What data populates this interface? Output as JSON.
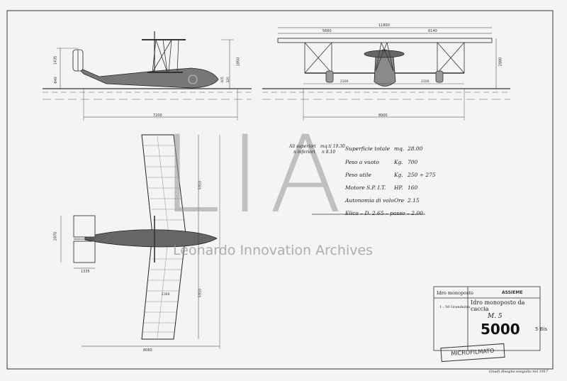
{
  "watermark": {
    "letters": "LIA",
    "text": "Leonardo Innovation Archives"
  },
  "dimensions": {
    "side_height_top": "1435",
    "side_height_bottom": "840",
    "side_right_height": "1850",
    "side_right_small_a": "405",
    "side_right_small_b": "320",
    "side_length": "7200",
    "front_span": "11800",
    "front_left_panel": "5660",
    "front_right_panel": "6140",
    "front_height": "2880",
    "front_float_left": "2100",
    "front_float_right": "2100",
    "front_track": "8900",
    "plan_tail_width": "2870",
    "plan_tail_length": "1335",
    "plan_half_span_top": "5910",
    "plan_half_span_bottom": "5910",
    "plan_length": "8060",
    "plan_chord": "1360"
  },
  "wing_areas": {
    "upper_label": "Ali superiori",
    "upper_value": "mq.ti 19.30",
    "lower_label": "n inferiori",
    "lower_value": "n 8.10"
  },
  "specs": [
    {
      "label": "Superficie totale",
      "unit": "mq.",
      "value": "28.00"
    },
    {
      "label": "Peso a vuoto",
      "unit": "Kg.",
      "value": "700"
    },
    {
      "label": "Peso utile",
      "unit": "Kg.",
      "value": "250 ÷ 275"
    },
    {
      "label": "Motore S.P. I.T.",
      "unit": "HP.",
      "value": "160"
    },
    {
      "label": "Autonomia di volo",
      "unit": "Ore",
      "value": "2.15"
    },
    {
      "label": "Elica – D. 2.65 – passo – 2.00",
      "unit": "",
      "value": ""
    }
  ],
  "title_block": {
    "left_title": "Idro monoposto",
    "scale": "1 : 50 Grandezza",
    "assembly": "ASSIEME",
    "description": "Idro monoposto da caccia",
    "model": "M. 5",
    "drawing_number": "5000",
    "sheet_suffix": "5 Bis",
    "stamp": "MICROFILMATO"
  },
  "footer_note": "Gnudi disegno eseguito nel 1917"
}
